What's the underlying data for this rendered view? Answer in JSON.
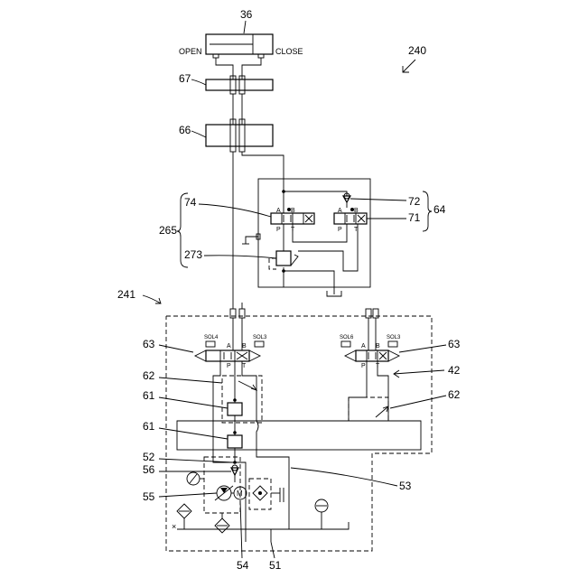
{
  "diagram": {
    "reference_numbers": {
      "r36": "36",
      "r67": "67",
      "r66": "66",
      "r240": "240",
      "r72": "72",
      "r71": "71",
      "r64": "64",
      "r74": "74",
      "r265": "265",
      "r273": "273",
      "r241": "241",
      "r63_left": "63",
      "r63_right": "63",
      "r42": "42",
      "r62_left": "62",
      "r62_right": "62",
      "r61_top": "61",
      "r61_bottom": "61",
      "r52": "52",
      "r56": "56",
      "r55": "55",
      "r53": "53",
      "r54": "54",
      "r51": "51"
    },
    "cylinder_labels": {
      "open": "OPEN",
      "close": "CLOSE"
    },
    "valve_labels": {
      "sol4": "SOL4",
      "sol3_left": "SOL3",
      "sol6": "SOL6",
      "sol3_right": "SOL3",
      "a": "A",
      "b": "B",
      "p": "P",
      "t": "T"
    }
  }
}
